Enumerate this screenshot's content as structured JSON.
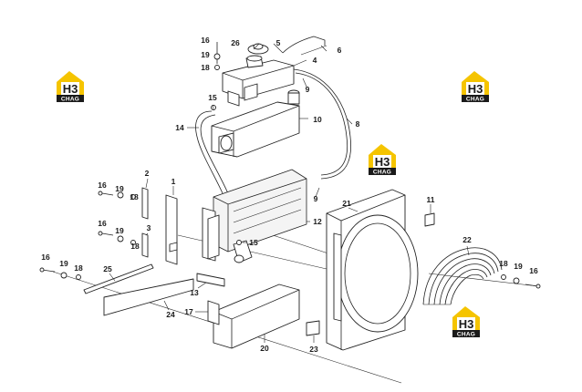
{
  "logos": {
    "word": "CHAG",
    "mark": "H3",
    "colors": {
      "yellow": "#f5c400",
      "dark": "#1a1a1a"
    }
  },
  "callouts": {
    "c1": "1",
    "c2": "2",
    "c3": "3",
    "c4": "4",
    "c5": "5",
    "c6": "6",
    "c8": "8",
    "c9a": "9",
    "c9b": "9",
    "c10": "10",
    "c11": "11",
    "c12": "12",
    "c13": "13",
    "c14": "14",
    "c15a": "15",
    "c15b": "15",
    "c16a": "16",
    "c16b": "16",
    "c16c": "16",
    "c16d": "16",
    "c16e": "16",
    "c17": "17",
    "c18a": "18",
    "c18b": "18",
    "c18c": "18",
    "c18d": "18",
    "c18e": "18",
    "c19a": "19",
    "c19b": "19",
    "c19c": "19",
    "c19d": "19",
    "c19e": "19",
    "c20": "20",
    "c21": "21",
    "c22": "22",
    "c23": "23",
    "c24": "24",
    "c25": "25",
    "c26": "26"
  }
}
